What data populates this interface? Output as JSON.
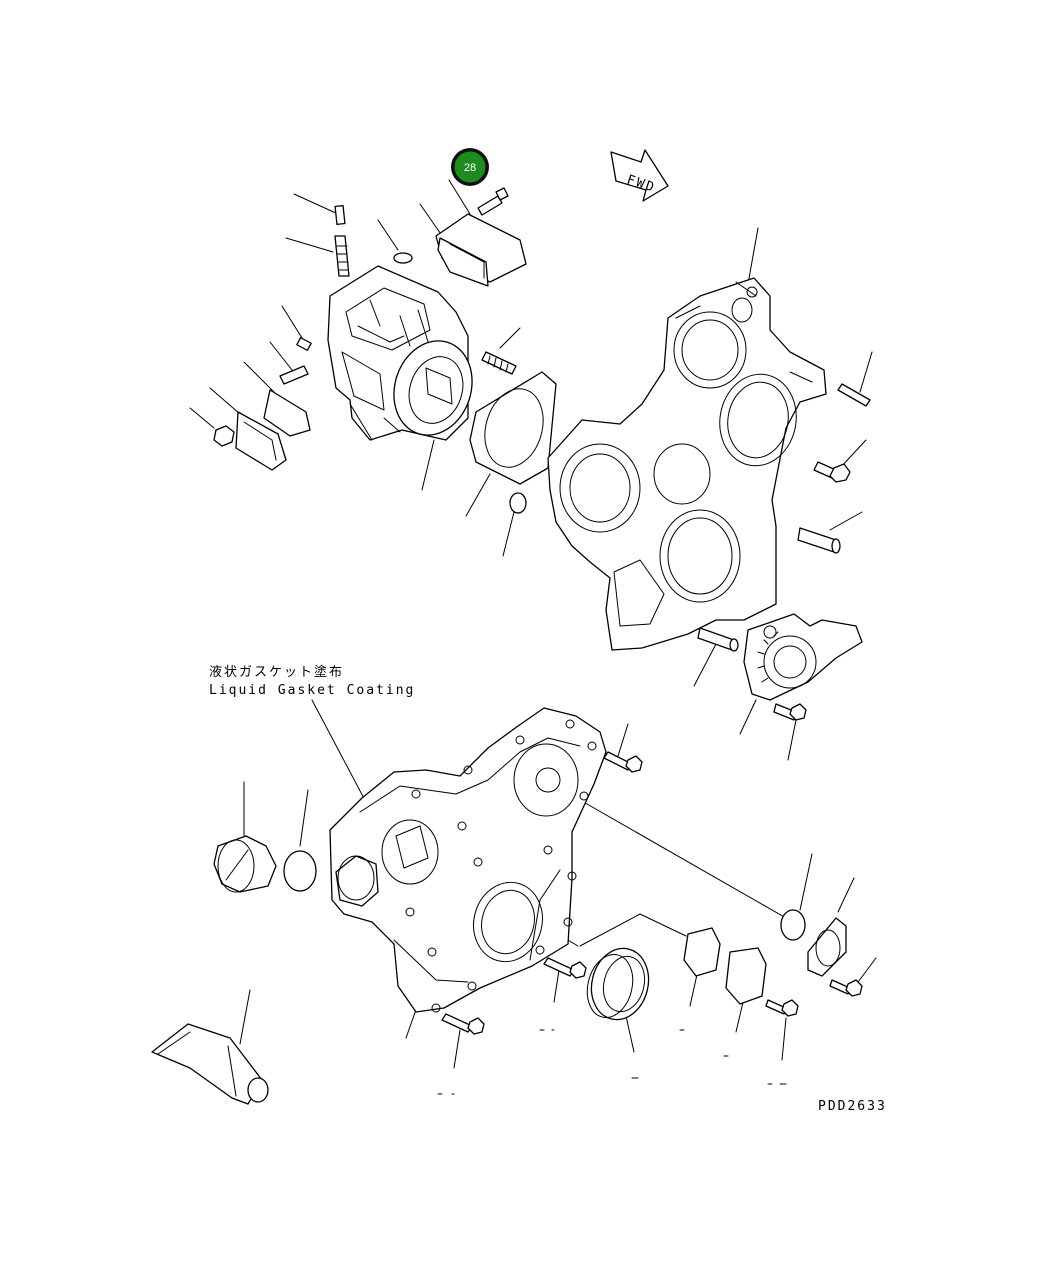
{
  "callout": {
    "label": "28",
    "fill": "#1f8a1f",
    "ring": "#111111"
  },
  "fwd_label": "FWD",
  "note": {
    "line1": "液状ガスケット塗布",
    "line2": "Liquid Gasket Coating"
  },
  "drawing_code": "PDD2633"
}
